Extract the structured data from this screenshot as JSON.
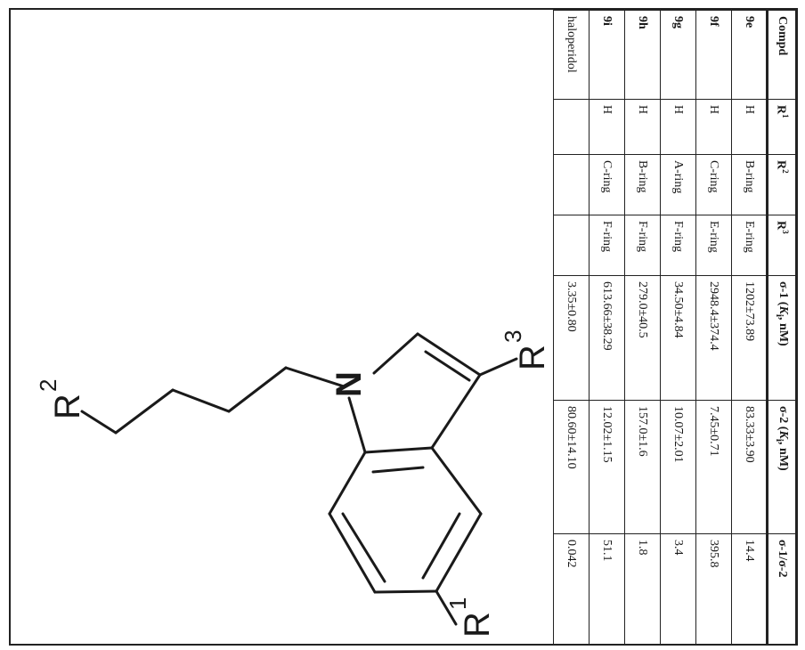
{
  "figure": {
    "structure_labels": {
      "r1": "R",
      "r1_sup": "1",
      "r2": "R",
      "r2_sup": "2",
      "r3": "R",
      "r3_sup": "3",
      "n": "N"
    }
  },
  "table": {
    "headers": {
      "compd": "Compd",
      "r1": "R",
      "r1_sup": "1",
      "r2": "R",
      "r2_sup": "2",
      "r3": "R",
      "r3_sup": "3",
      "s1_pre": "σ-1 (",
      "s1_k": "K",
      "s1_ki": "i",
      "s1_post": ", nM)",
      "s2_pre": "σ-2 (",
      "s2_k": "K",
      "s2_ki": "i",
      "s2_post": ", nM)",
      "ratio": "σ-1/σ-2"
    },
    "rows": [
      {
        "compd": "9e",
        "r1": "H",
        "r2": "B-ring",
        "r3": "E-ring",
        "s1": "1202±73.89",
        "s2": "83.33±3.90",
        "ratio": "14.4"
      },
      {
        "compd": "9f",
        "r1": "H",
        "r2": "C-ring",
        "r3": "E-ring",
        "s1": "2948.4±374.4",
        "s2": "7.45±0.71",
        "ratio": "395.8"
      },
      {
        "compd": "9g",
        "r1": "H",
        "r2": "A-ring",
        "r3": "F-ring",
        "s1": "34.50±4.84",
        "s2": "10.07±2.01",
        "ratio": "3.4"
      },
      {
        "compd": "9h",
        "r1": "H",
        "r2": "B-ring",
        "r3": "F-ring",
        "s1": "279.0±40.5",
        "s2": "157.0±1.6",
        "ratio": "1.8"
      },
      {
        "compd": "9i",
        "r1": "H",
        "r2": "C-ring",
        "r3": "F-ring",
        "s1": "613.66±38.29",
        "s2": "12.02±1.15",
        "ratio": "51.1"
      },
      {
        "compd": "haloperidol",
        "r1": "",
        "r2": "",
        "r3": "",
        "s1": "3.35±0.80",
        "s2": "80.60±14.10",
        "ratio": "0.042"
      }
    ]
  }
}
